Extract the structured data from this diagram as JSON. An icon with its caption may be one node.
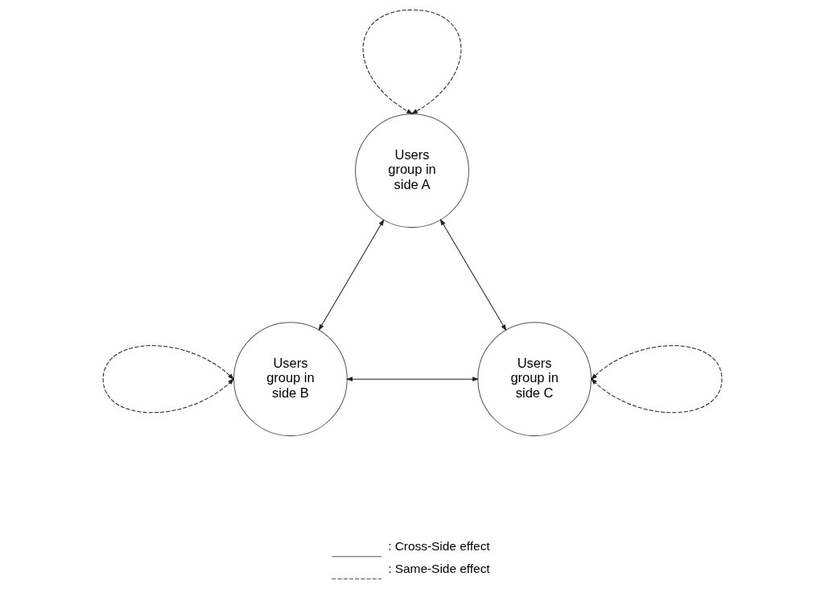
{
  "diagram": {
    "nodes": [
      {
        "text": [
          "Users group in side A"
        ]
      },
      {
        "text": [
          "Users group in side B"
        ]
      },
      {
        "text": [
          "Users group in side C"
        ]
      }
    ],
    "edges": [
      {
        "from": 0,
        "to": 0,
        "arrow": "both",
        "style": "dashed"
      },
      {
        "from": 1,
        "to": 1,
        "arrow": "both",
        "style": "dashed"
      },
      {
        "from": 2,
        "to": 2,
        "arrow": "both",
        "style": "dashed"
      },
      {
        "from": 0,
        "to": 1,
        "arrow": "both"
      },
      {
        "from": 0,
        "to": 2,
        "arrow": "both"
      },
      {
        "from": 1,
        "to": 2,
        "arrow": "both"
      }
    ],
    "legend": [
      {
        "text": ": Cross-Side effect"
      },
      {
        "text": ": Same-Side effect"
      }
    ]
  }
}
